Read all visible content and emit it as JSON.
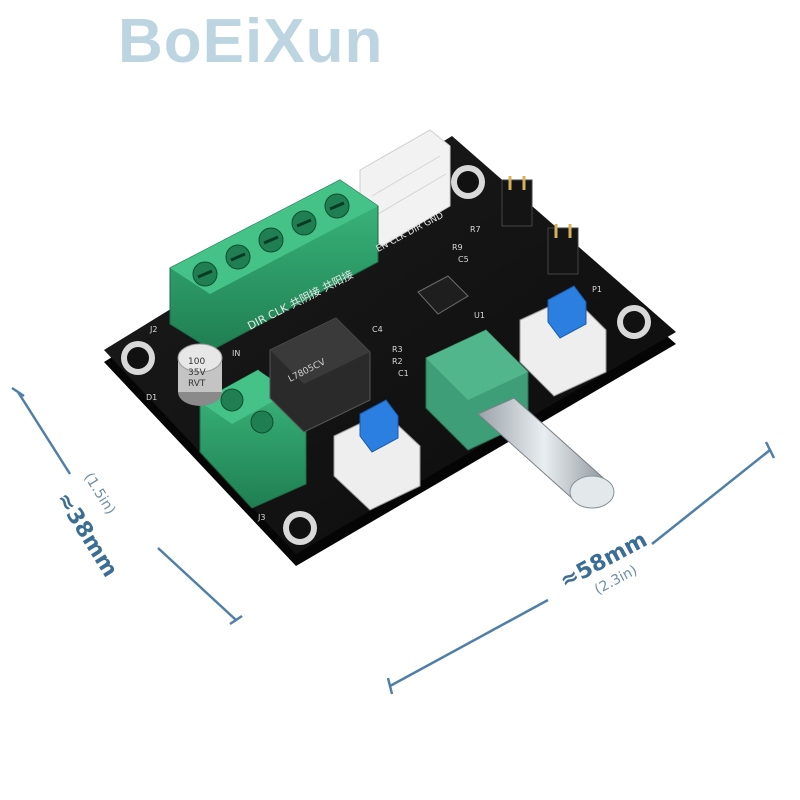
{
  "brand": {
    "text": "BoEiXun",
    "color": "#b9d3e0"
  },
  "dimensions": {
    "height": {
      "label": "≈38mm",
      "sub": "(1.5in)"
    },
    "width": {
      "label": "≈58mm",
      "sub": "(2.3in)"
    },
    "line_color": "#4f7fa8"
  },
  "board": {
    "pcb_color": "#121212",
    "terminal_color": "#2fa36b",
    "header_color": "#f2f2f2",
    "button_cap_color": "#2b7fe0",
    "pot_body_color": "#3d9e77",
    "silkscreen": {
      "motor_terminal": "DIR CLK 共阴接 共阳接",
      "signal_header": "EN CLK DIR GND",
      "cap": [
        "100",
        "35V",
        "RVT"
      ],
      "refs": [
        "J2",
        "D1",
        "C4",
        "R3",
        "R2",
        "C1",
        "U1",
        "R7",
        "R9",
        "C5",
        "P1",
        "J3",
        "IN"
      ],
      "regulator": "L7805CV"
    }
  }
}
